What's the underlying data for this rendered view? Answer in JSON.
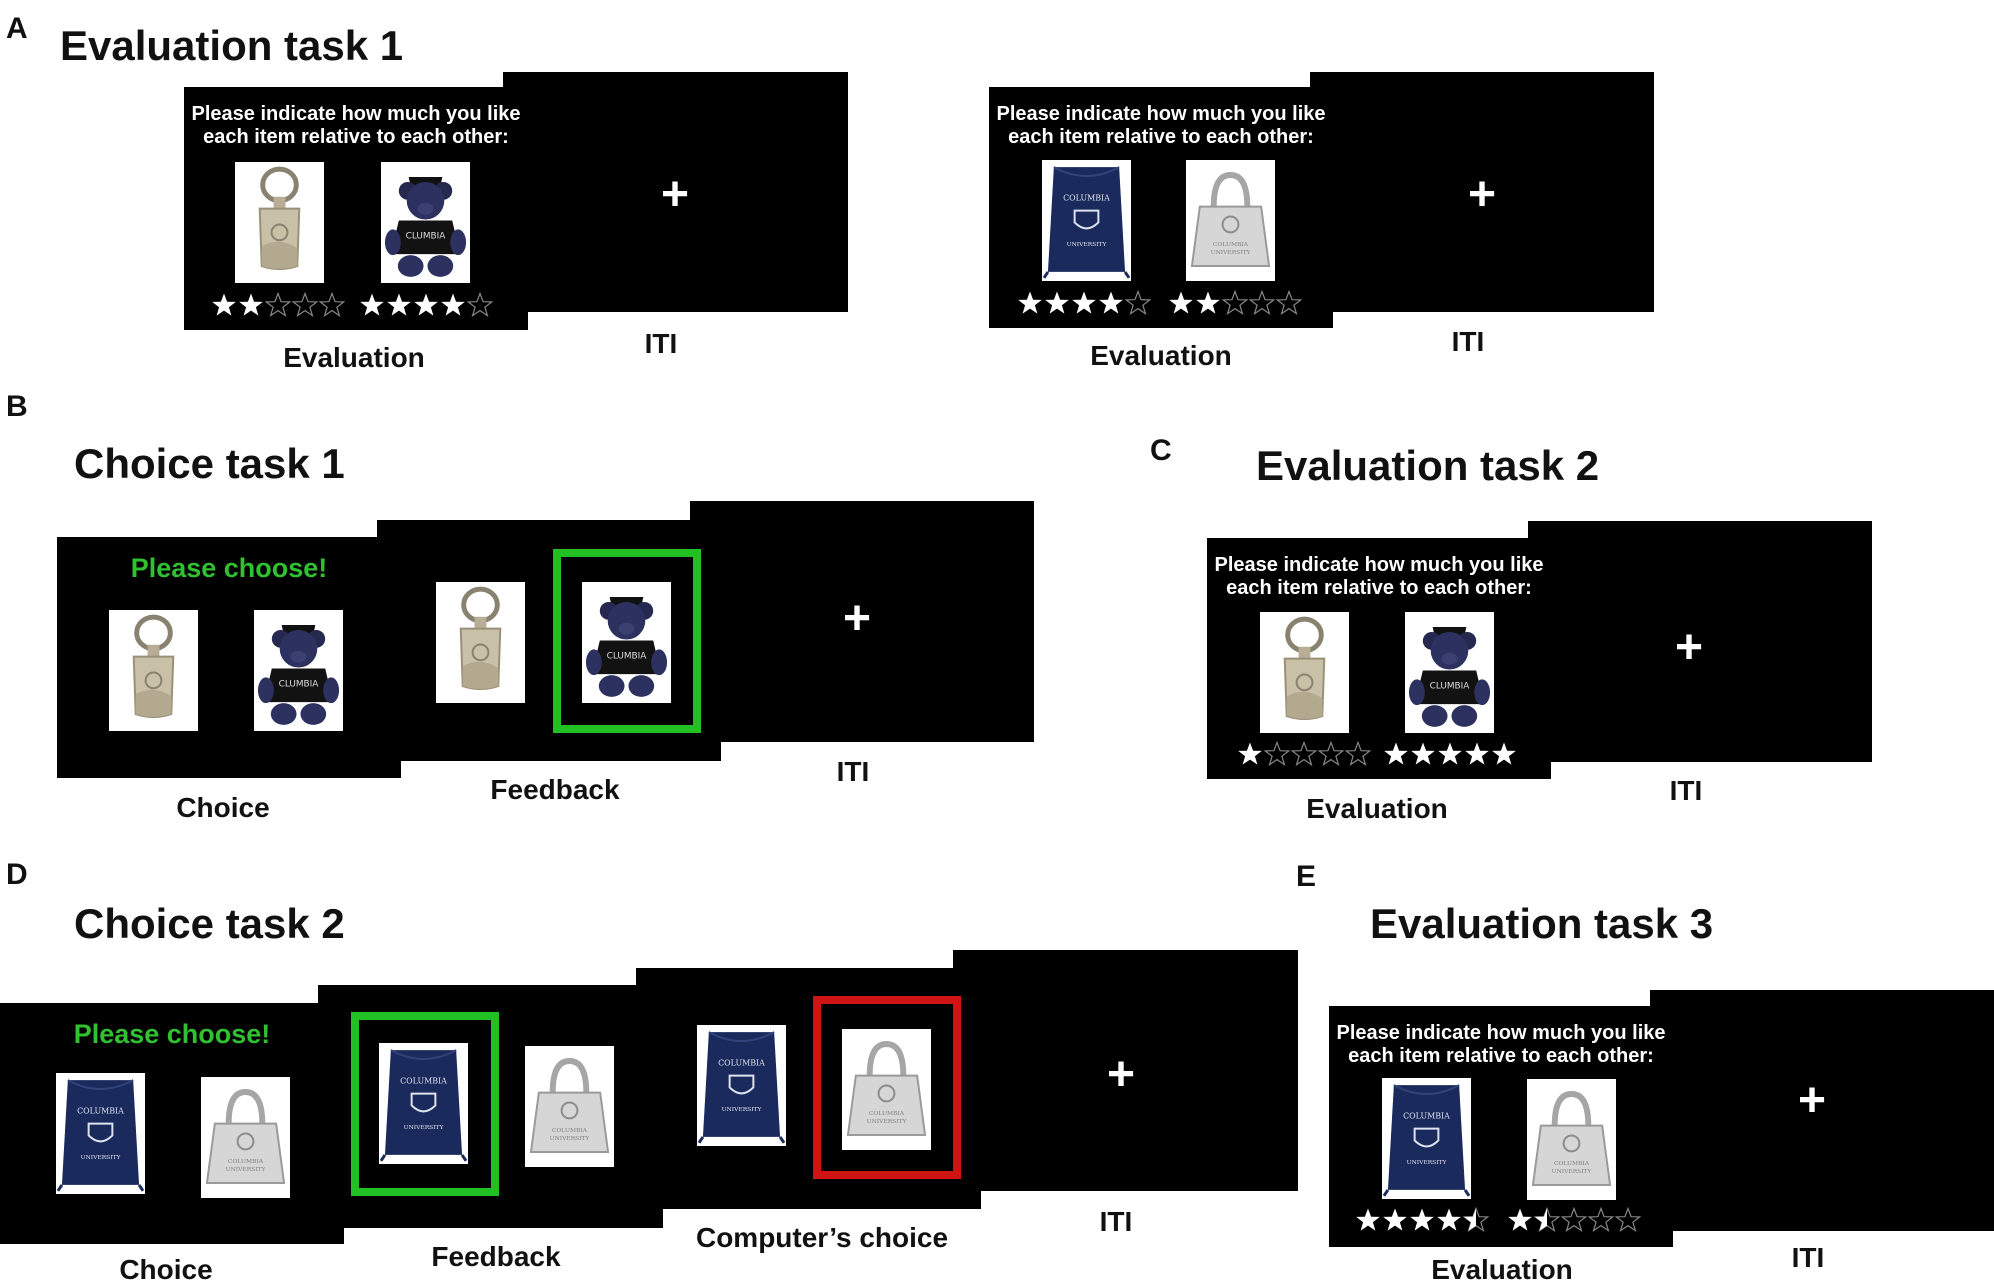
{
  "colors": {
    "screen": "#000000",
    "choose_text": "#2fc12f",
    "selected_frame": "#22c022",
    "computer_frame": "#d01414",
    "star_filled": "#ffffff",
    "star_empty_outline": "#888888"
  },
  "icons": {
    "keychain": "keychain-icon",
    "bear": "teddy-bear-icon",
    "bag": "drawstring-bag-icon",
    "purse": "purse-keychain-icon",
    "cross": "fixation-cross-icon",
    "star": "star-icon"
  },
  "prompt_line1": "Please indicate how much you like",
  "prompt_line2": "each item relative to each other:",
  "choose_prompt": "Please choose!",
  "fixation_cross": "+",
  "panels": {
    "A": {
      "letter": "A",
      "title": "Evaluation task 1",
      "left": {
        "eval_caption": "Evaluation",
        "iti_caption": "ITI",
        "ratings": [
          2,
          4
        ]
      },
      "right": {
        "eval_caption": "Evaluation",
        "iti_caption": "ITI",
        "ratings": [
          4,
          2
        ]
      }
    },
    "B": {
      "letter": "B",
      "title": "Choice task 1",
      "choice_caption": "Choice",
      "feedback_caption": "Feedback",
      "iti_caption": "ITI"
    },
    "C": {
      "letter": "C",
      "title": "Evaluation task 2",
      "eval_caption": "Evaluation",
      "iti_caption": "ITI",
      "ratings": [
        1,
        5
      ]
    },
    "D": {
      "letter": "D",
      "title": "Choice task 2",
      "choice_caption": "Choice",
      "feedback_caption": "Feedback",
      "computer_caption": "Computer’s choice",
      "iti_caption": "ITI"
    },
    "E": {
      "letter": "E",
      "title": "Evaluation task 3",
      "eval_caption": "Evaluation",
      "iti_caption": "ITI",
      "ratings": [
        4.5,
        1.5
      ]
    }
  }
}
